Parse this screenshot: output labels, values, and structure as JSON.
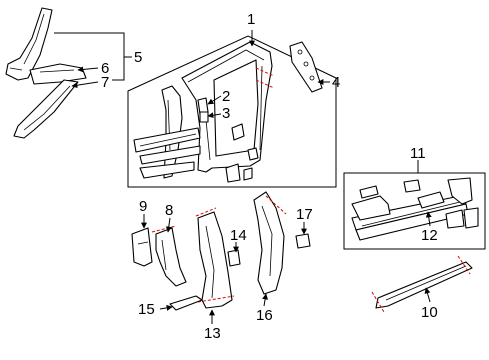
{
  "callouts": {
    "c1": "1",
    "c2": "2",
    "c3": "3",
    "c4": "4",
    "c5": "5",
    "c6": "6",
    "c7": "7",
    "c8": "8",
    "c9": "9",
    "c10": "10",
    "c11": "11",
    "c12": "12",
    "c13": "13",
    "c14": "14",
    "c15": "15",
    "c16": "16",
    "c17": "17"
  },
  "colors": {
    "line": "#000000",
    "cut_line": "#e00000",
    "background": "#ffffff"
  }
}
